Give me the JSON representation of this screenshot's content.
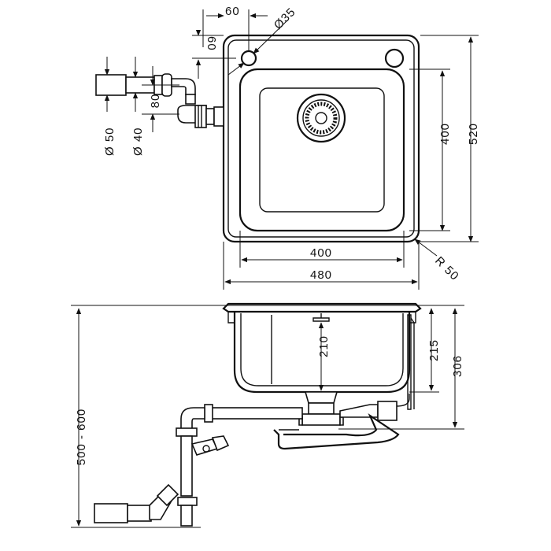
{
  "top_view": {
    "overflow_offset_x": "60",
    "overflow_diameter": "Ø35",
    "overflow_offset_y": "60",
    "bowl_width": "400",
    "outer_width": "480",
    "bowl_depth": "400",
    "outer_depth": "520",
    "corner_radius": "R 50",
    "pipe_diameter_1": "Ø 50",
    "pipe_diameter_2": "Ø 40",
    "pipe_offset": "80"
  },
  "side_view": {
    "install_height": "500 - 600",
    "bowl_height": "210",
    "sink_height": "215",
    "total_height": "306"
  }
}
